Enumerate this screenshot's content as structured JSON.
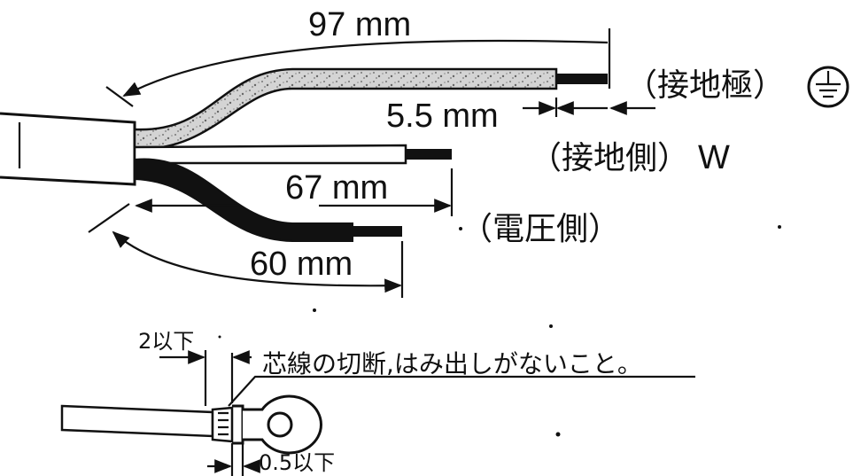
{
  "dimensions": {
    "overall_length": "97 mm",
    "ground_strip": "5.5 mm",
    "neutral_length": "67 mm",
    "live_length": "60 mm"
  },
  "wire_labels": {
    "ground_pole": "（接地極）",
    "neutral_side": "（接地側）",
    "neutral_letter": "W",
    "live_side": "（電圧側）"
  },
  "terminal_detail": {
    "gap_limit": "2以下",
    "note": "芯線の切断,はみ出しがないこと。",
    "protrusion_limit": "0.5以下"
  },
  "icons": [
    "ground-symbol-icon",
    "ring-terminal-icon"
  ],
  "colors": {
    "ink": "#111111",
    "paper": "#ffffff",
    "sheath": "#c8c8c8"
  }
}
